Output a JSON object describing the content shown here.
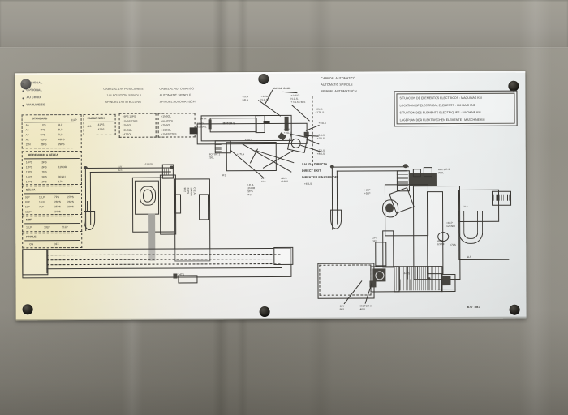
{
  "scene": {
    "kind": "photo-of-machine-nameplate",
    "panel_color": "#8d8a80",
    "plate_color_left": "#efe7c0",
    "plate_color_right": "#e9eded",
    "ink_color": "#2d2c2a",
    "bolt_count": 6
  },
  "title_block": {
    "lines": [
      "SITUACION DE ELEMENTOS ELECTRICOS : MAQUINAS KM",
      "LOCATION OF ELECTRICAL ELEMENTS : KM MACHINE",
      "SITUATION DES ELEMENTS ELECTRIQUES : MACHINE KM",
      "LAGEPLAN DER ELEKTRISCHEN ELEMENTE : MASCHINE KM"
    ]
  },
  "optional_key": {
    "items": [
      "OPCIONAL",
      "OPTIONAL",
      "AU CHOIX",
      "WAHLWEISE"
    ]
  },
  "spindle_headers": {
    "left": [
      "CABEZAL 144 POSICIONES",
      "144 POSITION SPINDLE",
      "SPINDEL 144 STELLUNG"
    ],
    "right": [
      "CABEZAL AUTOMATICO",
      "AUTOMATIC SPINDLE",
      "SPINDEL AUTOMATISCH"
    ]
  },
  "direct_exit": {
    "lines": [
      "SALIDA DIRECTA",
      "DIRECT EXIT",
      "DIREKTER FINASPINDEL"
    ]
  },
  "tables": [
    {
      "name": "standard",
      "header": "STANDARD",
      "rows": [
        [
          "A5",
          "1 PS",
          "9LP",
          "11LP"
        ],
        [
          "A6",
          "3PS",
          "8LP",
          "1)"
        ],
        [
          "A7",
          "5PS",
          "7LP",
          ""
        ],
        [
          "A2",
          "42PS",
          "43PS",
          ""
        ],
        [
          "22N",
          "28PS",
          "29PS",
          ""
        ]
      ]
    },
    {
      "name": "fagor-nick",
      "header": "FAGOR    NICK",
      "rows": [
        [
          "+4S",
          "41PS",
          "46PS"
        ],
        [
          "",
          "42PS",
          "44PS"
        ]
      ]
    },
    {
      "name": "heidenhain-selca",
      "header": "HEIDENHAIN & SELCA",
      "rows": [
        [
          "14PS",
          "15PS",
          ""
        ],
        [
          "12PS",
          "16PS",
          "11NOR"
        ],
        [
          "11PS",
          "17PS",
          ""
        ],
        [
          "14PS",
          "19PS",
          "3CNH"
        ],
        [
          "14PS",
          "19PS",
          "17S"
        ]
      ]
    },
    {
      "name": "selca",
      "header": "SELCA",
      "rows": [
        [
          "9LP",
          "11LP",
          "7PS",
          "27PS"
        ],
        [
          "8LP",
          "14LP",
          "28PS",
          "26PS"
        ],
        [
          "5LP",
          "7LP",
          "25PS",
          "29PS"
        ],
        [
          "12LP",
          "",
          "24PS",
          ""
        ]
      ]
    },
    {
      "name": "nor",
      "header": "NOR",
      "rows": [
        [
          "11LP",
          "13LP",
          "21LP"
        ]
      ]
    },
    {
      "name": "finale",
      "header": "FINALE",
      "rows": [
        [
          "ON",
          "OFF"
        ]
      ]
    },
    {
      "name": "spindle-144-list",
      "rows": [
        [
          "+9PS 10PS"
        ],
        [
          "+1NPS 72PS"
        ],
        [
          "+2NSOL"
        ],
        [
          "+3NSOL"
        ],
        [
          "+47SOL"
        ]
      ]
    },
    {
      "name": "spindle-auto-list",
      "rows": [
        [
          "+1NSOL"
        ],
        [
          "+N-37SOL"
        ],
        [
          "+2NSOL"
        ],
        [
          "+C2SOL"
        ],
        [
          "+1NPS 27PS"
        ]
      ]
    }
  ],
  "callouts": [
    {
      "text": "MOTOR COOL"
    },
    {
      "text": "+2LS\n34LS"
    },
    {
      "text": "+14SOL\nN.C.S."
    },
    {
      "text": "+71LS-74LS"
    },
    {
      "text": "+32LS"
    },
    {
      "text": "+2N.S\n+27N.S"
    },
    {
      "text": "+44LS"
    },
    {
      "text": "+24LS\n+25LS"
    },
    {
      "text": "+73LS\n+84LS"
    },
    {
      "text": "MOTOR S"
    },
    {
      "text": "MOTOR Y\n250L"
    },
    {
      "text": "MOTOR Z\n300L"
    },
    {
      "text": "MOTOR X\n400L"
    },
    {
      "text": "MOTOR 1\n250L"
    },
    {
      "text": "+20LS"
    },
    {
      "text": "+27LS"
    },
    {
      "text": "+8LS\n22P8"
    },
    {
      "text": "C.E.A.\n11NOR\n22PS\n9F2"
    },
    {
      "text": "12V\n4LS"
    },
    {
      "text": "+2LS\n+16LS"
    },
    {
      "text": "+45LS"
    },
    {
      "text": "24TS"
    },
    {
      "text": "+3LP\n+5LP"
    },
    {
      "text": "2LS"
    },
    {
      "text": "+6LP\n12CNH"
    },
    {
      "text": "+7LS"
    },
    {
      "text": "9LS"
    },
    {
      "text": "2PS\n3F2"
    },
    {
      "text": "44TS"
    },
    {
      "text": "12V\n9LS"
    },
    {
      "text": "22SOL\n42SSOL"
    },
    {
      "text": "9F1"
    },
    {
      "text": "1LV\n3LS"
    },
    {
      "text": "+1SSOL"
    },
    {
      "text": "24TH"
    }
  ],
  "drawing_number": "877 883"
}
